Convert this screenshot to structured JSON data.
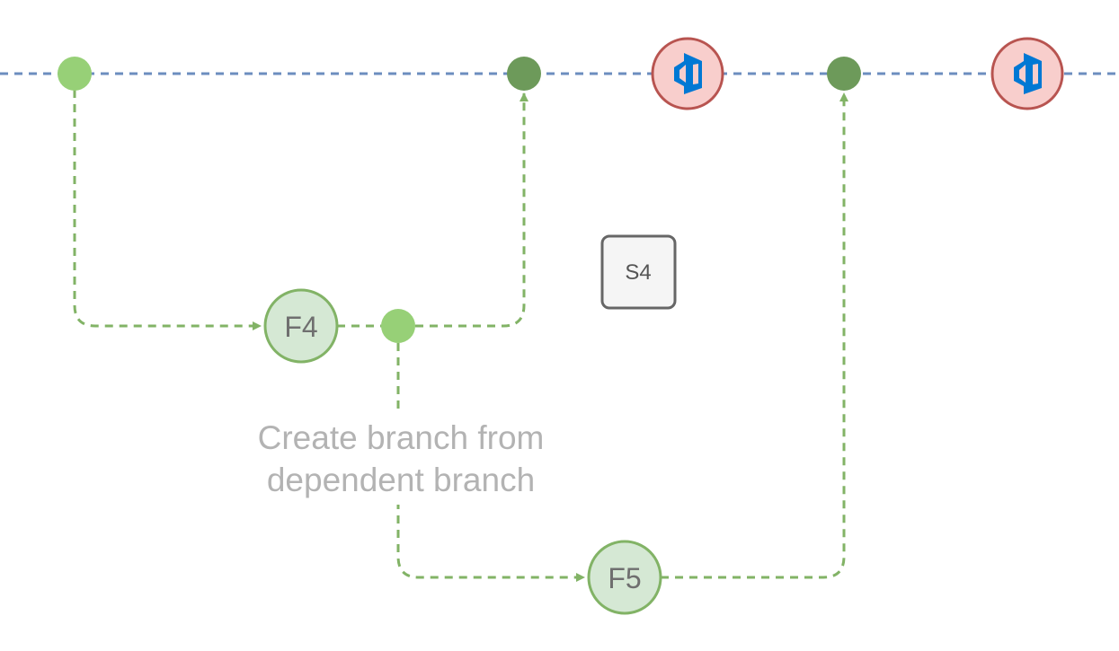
{
  "diagram": {
    "feature_nodes": [
      {
        "id": "f4",
        "label": "F4"
      },
      {
        "id": "f5",
        "label": "F5"
      }
    ],
    "sprint_marker": {
      "label": "S4"
    },
    "note": {
      "lines": [
        "Create branch from",
        "dependent branch"
      ]
    },
    "release_icon": "azure-devops-icon",
    "colors": {
      "main_line": "#6c8ebf",
      "branch_line": "#82b366",
      "commit_light": "#97d077",
      "commit_dark": "#6d9a5a",
      "feature_fill": "#d5e8d4",
      "feature_stroke": "#82b366",
      "release_fill": "#f8cecc",
      "release_stroke": "#b85450",
      "release_icon": "#0078d4",
      "sprint_fill": "#f5f5f5",
      "sprint_stroke": "#666666",
      "note_text": "#b3b3b3"
    }
  }
}
